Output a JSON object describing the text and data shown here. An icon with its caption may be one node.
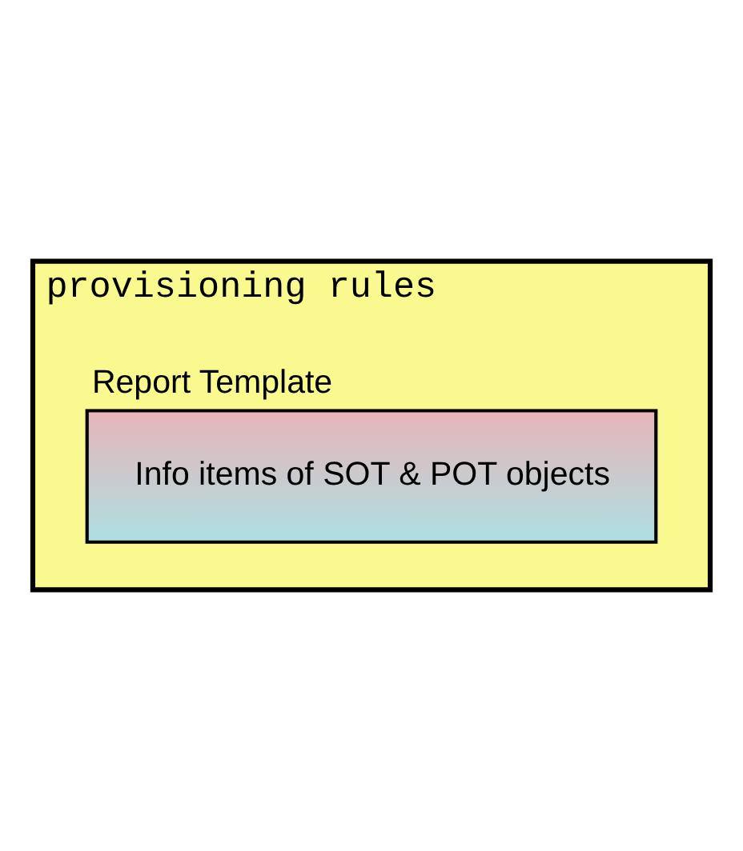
{
  "diagram": {
    "nodes": [
      {
        "text": [
          "provisioning rules"
        ]
      },
      {
        "text": [
          "Report Template",
          "Info items of SOT & POT objects"
        ],
        "in": 0
      }
    ]
  }
}
